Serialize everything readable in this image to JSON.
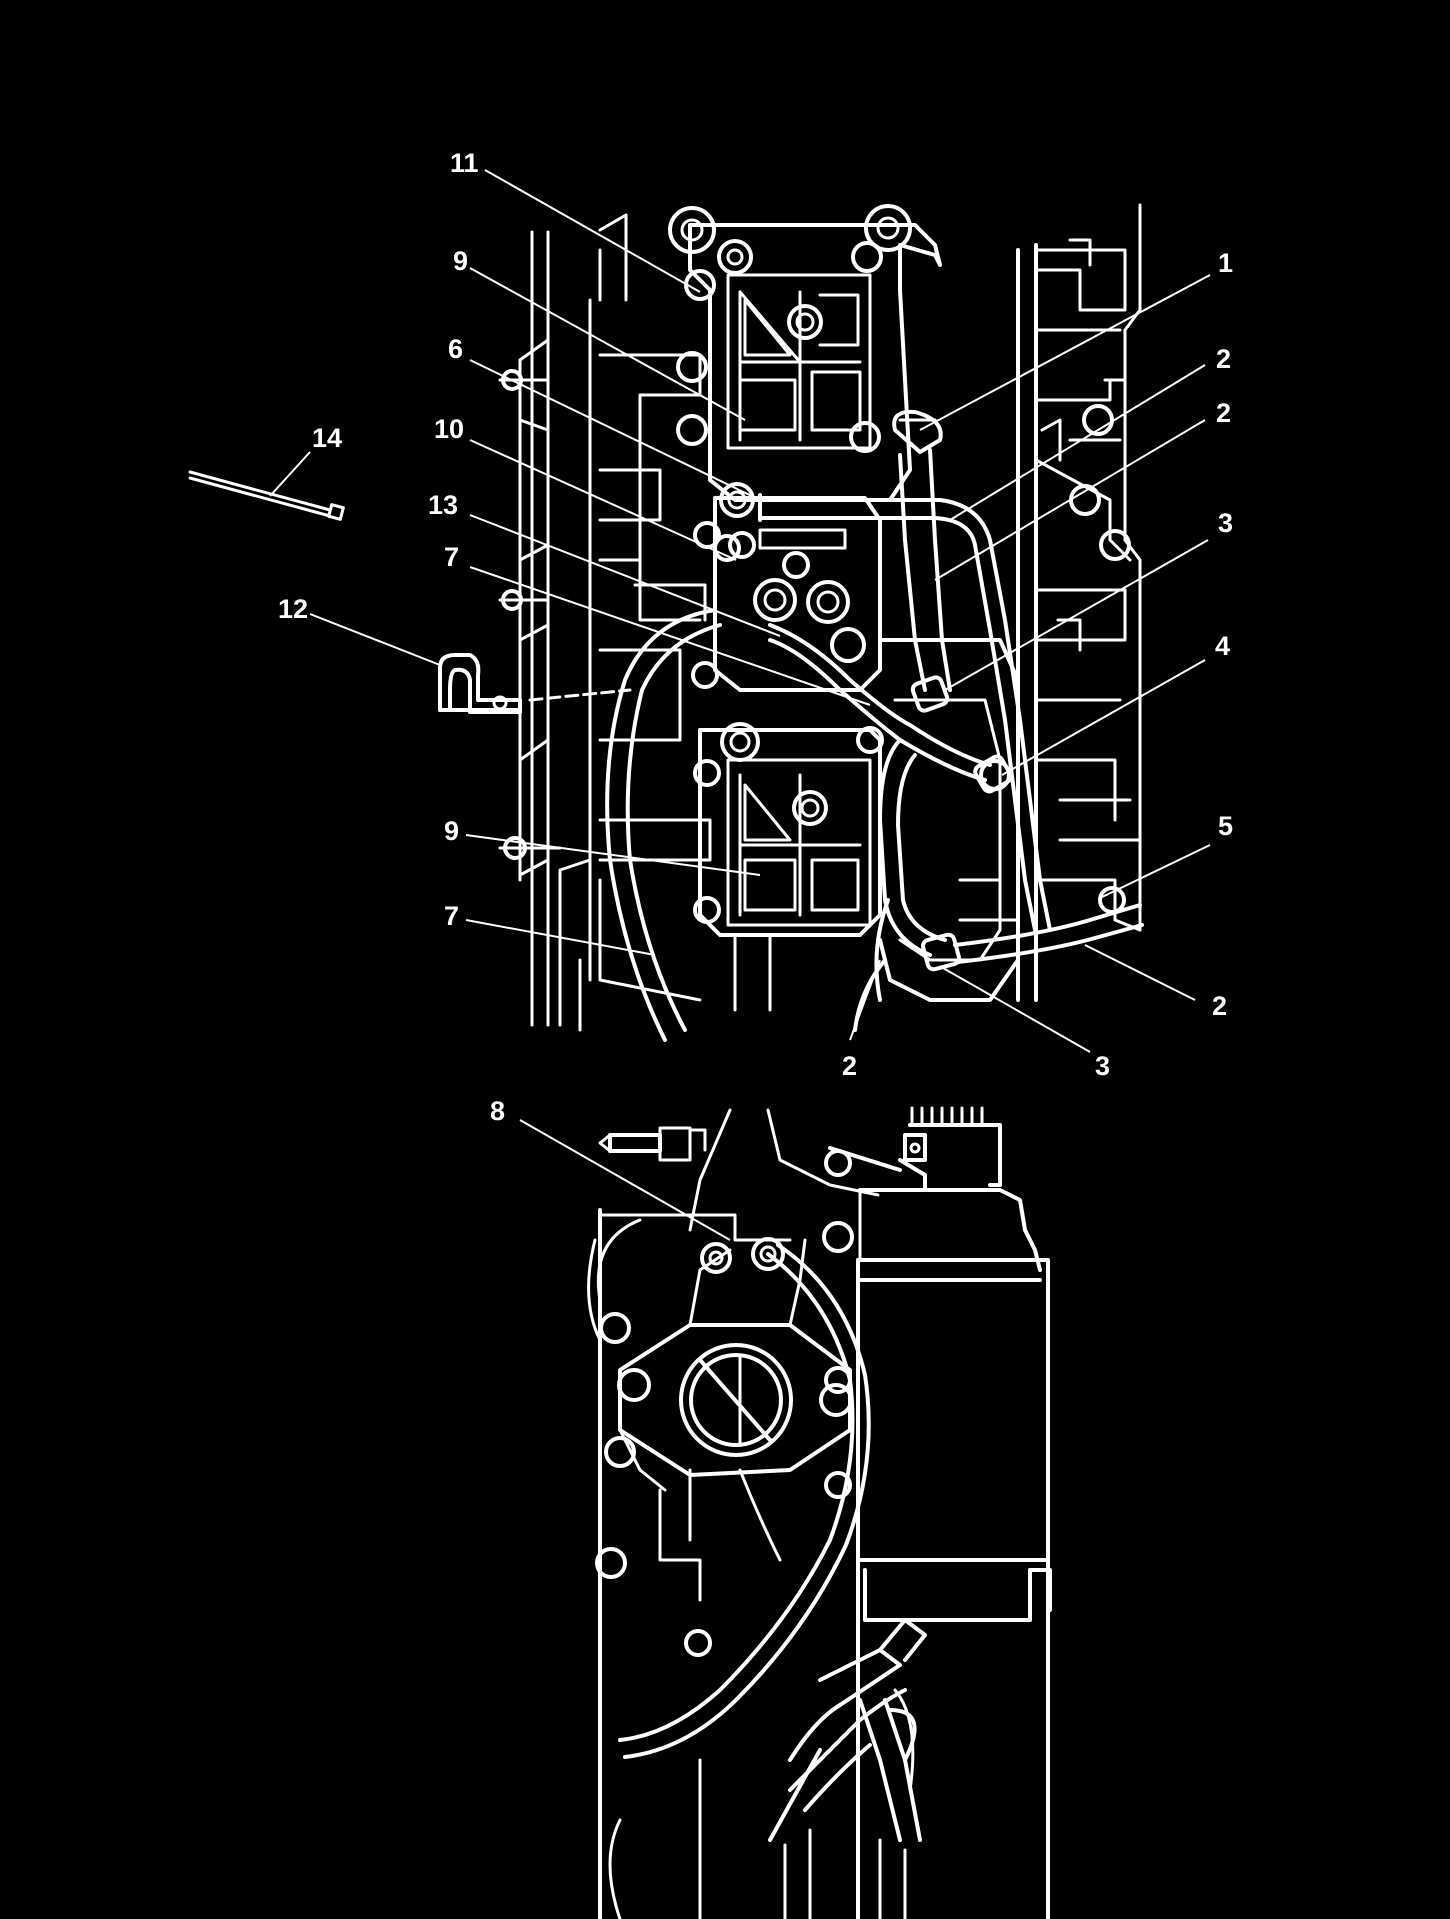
{
  "colors": {
    "background": "#000000",
    "line": "#ffffff"
  },
  "callouts": {
    "c1": "1",
    "c2a": "2",
    "c2b": "2",
    "c2c": "2",
    "c2d": "2",
    "c3a": "3",
    "c3b": "3",
    "c4": "4",
    "c5": "5",
    "c6": "6",
    "c7a": "7",
    "c7b": "7",
    "c8": "8",
    "c9a": "9",
    "c9b": "9",
    "c10": "10",
    "c11": "11",
    "c12": "12",
    "c13": "13",
    "c14": "14"
  }
}
